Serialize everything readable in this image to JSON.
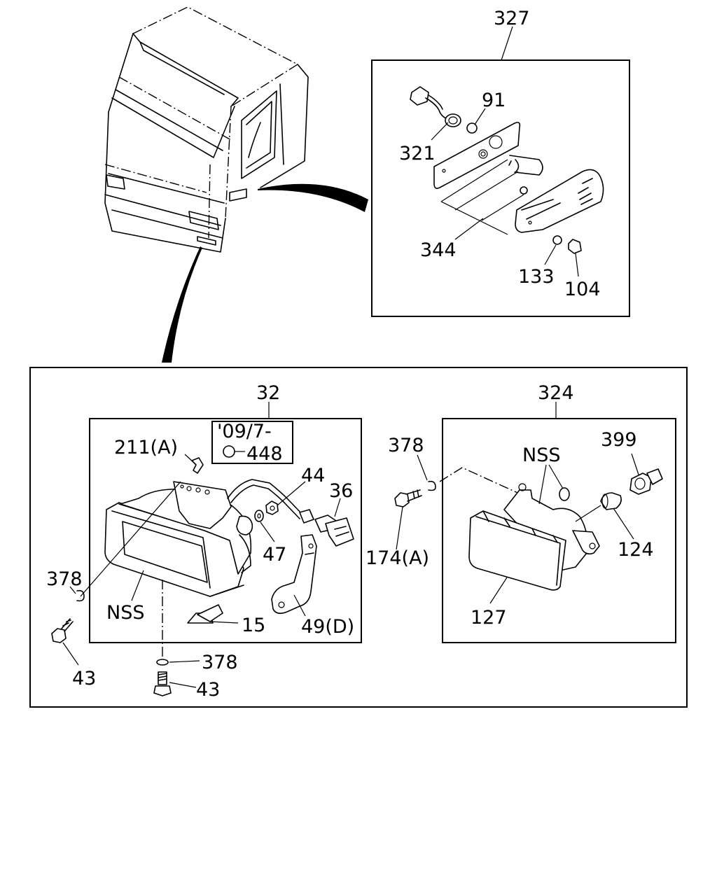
{
  "callouts": {
    "c327": "327",
    "c91": "91",
    "c321": "321",
    "c344": "344",
    "c133": "133",
    "c104": "104",
    "c32": "32",
    "c324": "324",
    "date_note": "'09/7-",
    "c448": "448",
    "c211a": "211(A)",
    "c44": "44",
    "c36": "36",
    "c47": "47",
    "c378_left": "378",
    "nss_left": "NSS",
    "c15": "15",
    "c49d": "49(D)",
    "c43_left": "43",
    "c378_bottom": "378",
    "c43_bottom": "43",
    "c378_mid": "378",
    "c174a": "174(A)",
    "nss_right": "NSS",
    "c399": "399",
    "c124": "124",
    "c127": "127"
  }
}
